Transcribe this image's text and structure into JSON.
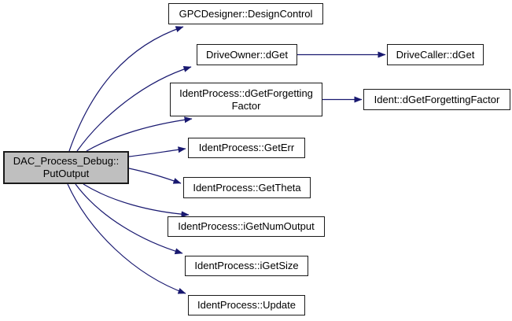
{
  "graph": {
    "type": "call-graph",
    "colors": {
      "edge": "#191970",
      "node_border": "#1a1a1a",
      "node_fill": "#ffffff",
      "focus_node_fill": "#bfbfbf",
      "background": "#ffffff",
      "text": "#000000"
    },
    "focus_node": {
      "id": "dac-process-debug-putoutput",
      "label_line1": "DAC_Process_Debug::",
      "label_line2": "PutOutput",
      "label_full": "DAC_Process_Debug::PutOutput"
    },
    "nodes": [
      {
        "id": "gpcdesigner-designcontrol",
        "label": "GPCDesigner::DesignControl"
      },
      {
        "id": "driveowner-dget",
        "label": "DriveOwner::dGet"
      },
      {
        "id": "drivecaller-dget",
        "label": "DriveCaller::dGet"
      },
      {
        "id": "identprocess-dgetforgettingfactor",
        "label_line1": "IdentProcess::dGetForgetting",
        "label_line2": "Factor",
        "label_full": "IdentProcess::dGetForgettingFactor"
      },
      {
        "id": "ident-dgetforgettingfactor",
        "label": "Ident::dGetForgettingFactor"
      },
      {
        "id": "identprocess-geterr",
        "label": "IdentProcess::GetErr"
      },
      {
        "id": "identprocess-gettheta",
        "label": "IdentProcess::GetTheta"
      },
      {
        "id": "identprocess-igetnumoutput",
        "label": "IdentProcess::iGetNumOutput"
      },
      {
        "id": "identprocess-igetsize",
        "label": "IdentProcess::iGetSize"
      },
      {
        "id": "identprocess-update",
        "label": "IdentProcess::Update"
      }
    ],
    "edges": [
      {
        "from": "DAC_Process_Debug::PutOutput",
        "to": "GPCDesigner::DesignControl"
      },
      {
        "from": "DAC_Process_Debug::PutOutput",
        "to": "DriveOwner::dGet"
      },
      {
        "from": "DAC_Process_Debug::PutOutput",
        "to": "IdentProcess::dGetForgettingFactor"
      },
      {
        "from": "DAC_Process_Debug::PutOutput",
        "to": "IdentProcess::GetErr"
      },
      {
        "from": "DAC_Process_Debug::PutOutput",
        "to": "IdentProcess::GetTheta"
      },
      {
        "from": "DAC_Process_Debug::PutOutput",
        "to": "IdentProcess::iGetNumOutput"
      },
      {
        "from": "DAC_Process_Debug::PutOutput",
        "to": "IdentProcess::iGetSize"
      },
      {
        "from": "DAC_Process_Debug::PutOutput",
        "to": "IdentProcess::Update"
      },
      {
        "from": "DriveOwner::dGet",
        "to": "DriveCaller::dGet"
      },
      {
        "from": "IdentProcess::dGetForgettingFactor",
        "to": "Ident::dGetForgettingFactor"
      }
    ]
  }
}
